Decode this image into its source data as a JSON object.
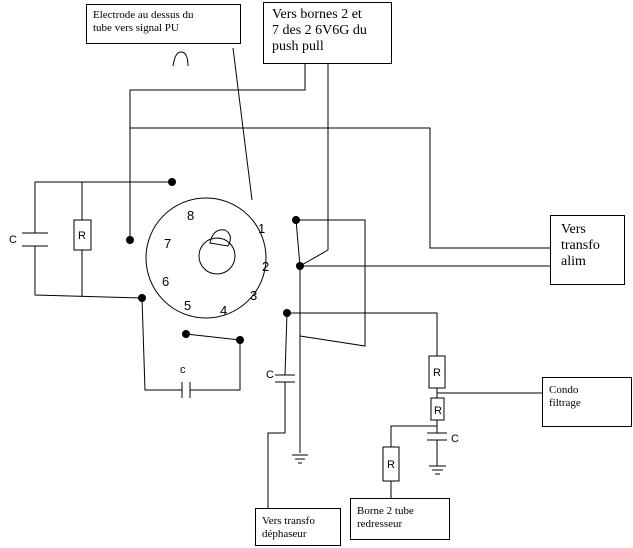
{
  "boxes": {
    "electrode": "Electrode au dessus du\ntube vers signal PU",
    "bornes": "Vers bornes 2 et\n7 des 2 6V6G du\npush pull",
    "transfo_alim": "Vers\ntransfo\nalim",
    "condo": "Condo\nfiltrage",
    "borne2": "Borne 2 tube\nredresseur",
    "dephaseur": "Vers transfo\ndéphaseur"
  },
  "pins": [
    "1",
    "2",
    "3",
    "4",
    "5",
    "6",
    "7",
    "8"
  ],
  "components": {
    "c_left": "C",
    "r_left": "R",
    "c_bottom": "c",
    "c_mid": "C",
    "r_top": "R",
    "r_mid": "R",
    "r_low": "R",
    "c_right": "C"
  }
}
